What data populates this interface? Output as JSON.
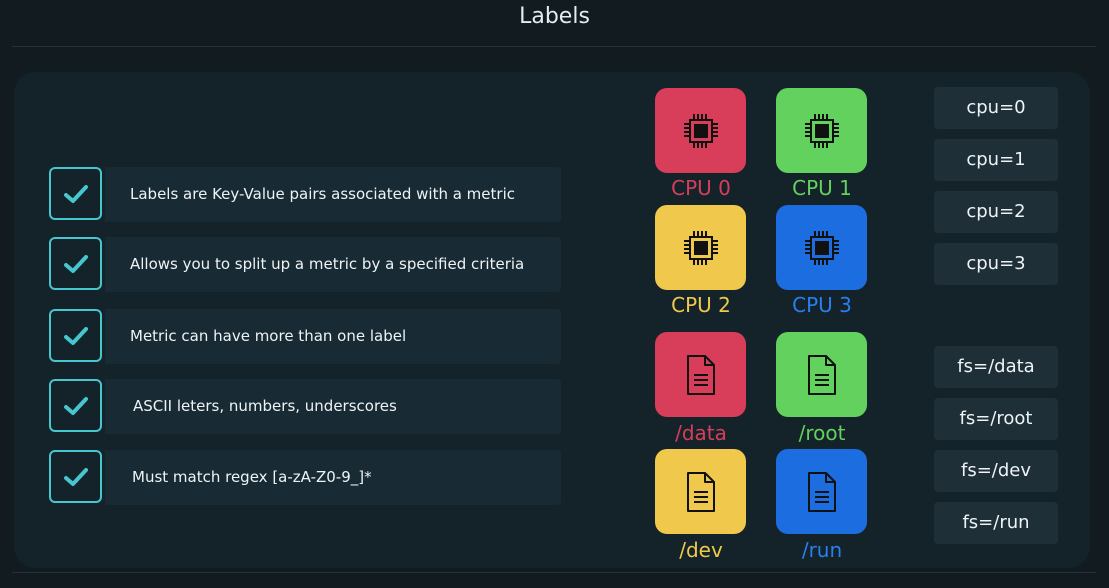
{
  "header": {
    "title": "Labels"
  },
  "bullets": [
    {
      "text": "Labels are Key-Value pairs associated with a metric"
    },
    {
      "text": "Allows you to split up a metric by a specified criteria"
    },
    {
      "text": "Metric can have more than one label"
    },
    {
      "text": "ASCII leters, numbers, underscores"
    },
    {
      "text": "Must match regex [a-zA-Z0-9_]*"
    }
  ],
  "cpu_tiles": [
    {
      "label": "CPU 0",
      "color": "#d83d5a",
      "icon": "cpu-chip-icon"
    },
    {
      "label": "CPU 1",
      "color": "#62d15e",
      "icon": "cpu-chip-icon"
    },
    {
      "label": "CPU 2",
      "color": "#f0c94c",
      "icon": "cpu-chip-icon"
    },
    {
      "label": "CPU 3",
      "color": "#1c6ee0",
      "icon": "cpu-chip-icon"
    }
  ],
  "fs_tiles": [
    {
      "label": "/data",
      "color": "#d83d5a",
      "icon": "document-icon"
    },
    {
      "label": "/root",
      "color": "#62d15e",
      "icon": "document-icon"
    },
    {
      "label": "/dev",
      "color": "#f0c94c",
      "icon": "document-icon"
    },
    {
      "label": "/run",
      "color": "#1c6ee0",
      "icon": "document-icon"
    }
  ],
  "cpu_tags": [
    "cpu=0",
    "cpu=1",
    "cpu=2",
    "cpu=3"
  ],
  "fs_tags": [
    "fs=/data",
    "fs=/root",
    "fs=/dev",
    "fs=/run"
  ],
  "colors": {
    "check_accent": "#47c6cf",
    "background": "#111b20",
    "panel": "#142329"
  }
}
